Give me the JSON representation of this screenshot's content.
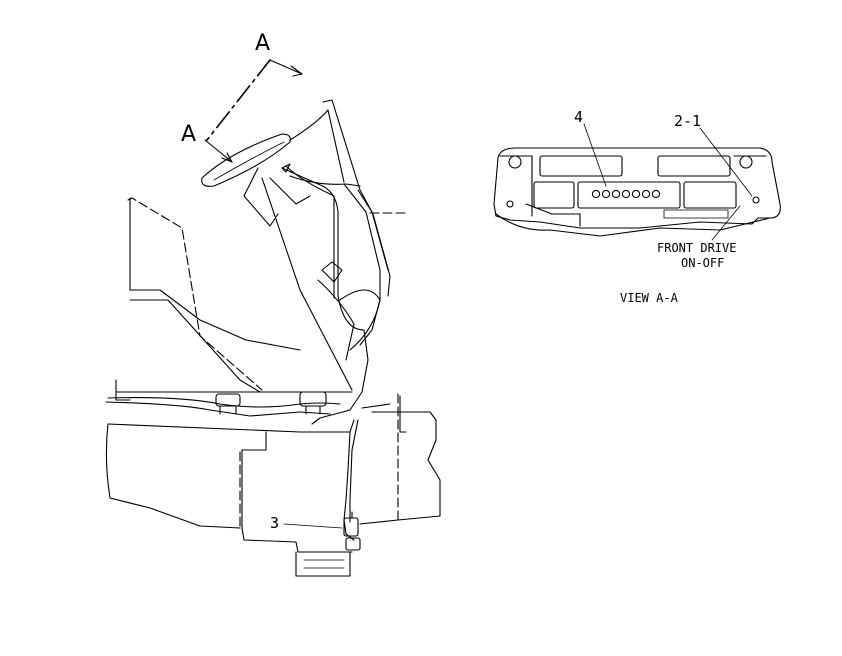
{
  "section_marks": {
    "top": "A",
    "left": "A"
  },
  "callouts": {
    "panel_item": "4",
    "switch_item": "2-1",
    "bottom_item": "3"
  },
  "switch_caption": {
    "line1": "FRONT DRIVE",
    "line2": "ON-OFF"
  },
  "view_title": "VIEW A-A"
}
